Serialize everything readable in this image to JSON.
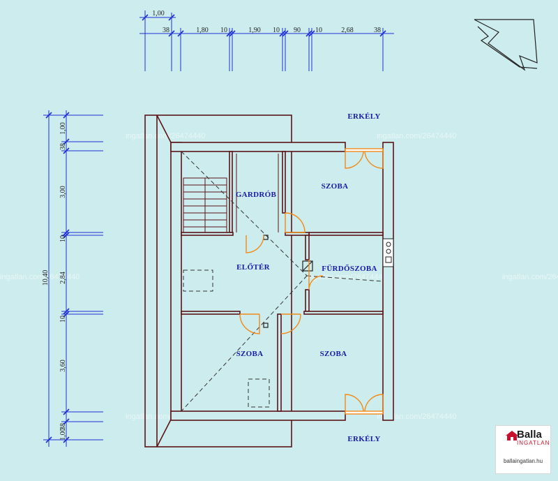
{
  "colors": {
    "background": "#cdeced",
    "dimension_lines": "#1f2fd6",
    "walls": "#5a1418",
    "doors": "#f08a18",
    "room_labels": "#1a1aa8"
  },
  "top_dimensions": {
    "overall": "1,00",
    "segments": [
      "38",
      "1,80",
      "10",
      "1,90",
      "10",
      "90",
      "10",
      "2,68",
      "38"
    ]
  },
  "left_dimensions": {
    "overall": "10,40",
    "segments": [
      "1,00",
      "38",
      "3,00",
      "10",
      "2,84",
      "10",
      "3,60",
      "38",
      "1,00"
    ]
  },
  "rooms": {
    "gardrob": "GARDRÓB",
    "szoba_top": "SZOBA",
    "eloter": "ELŐTÉR",
    "furdoszoba": "FÜRDŐSZOBA",
    "szoba_bottom_left": "SZOBA",
    "szoba_bottom_right": "SZOBA",
    "erkely_top": "ERKÉLY",
    "erkely_bottom": "ERKÉLY"
  },
  "watermark": "ingatlan.com/26474440",
  "logo": {
    "brand": "Balla",
    "sub": "INGATLAN",
    "site": "ballaingatlan.hu"
  }
}
